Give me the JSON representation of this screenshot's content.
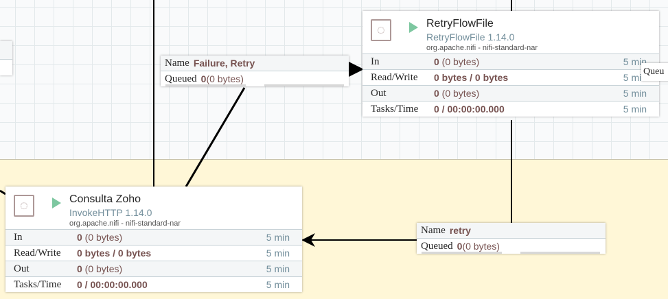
{
  "processors": [
    {
      "name": "RetryFlowFile",
      "type": "RetryFlowFile 1.14.0",
      "bundle": "org.apache.nifi - nifi-standard-nar",
      "stats": [
        {
          "label": "In",
          "bold": "0",
          "rest": " (0 bytes)",
          "time": "5 min"
        },
        {
          "label": "Read/Write",
          "bold": "0 bytes / 0 bytes",
          "rest": "",
          "time": "5 min"
        },
        {
          "label": "Out",
          "bold": "0",
          "rest": " (0 bytes)",
          "time": "5 min"
        },
        {
          "label": "Tasks/Time",
          "bold": "0 / 00:00:00.000",
          "rest": "",
          "time": "5 min"
        }
      ]
    },
    {
      "name": "Consulta Zoho",
      "type": "InvokeHTTP 1.14.0",
      "bundle": "org.apache.nifi - nifi-standard-nar",
      "stats": [
        {
          "label": "In",
          "bold": "0",
          "rest": " (0 bytes)",
          "time": "5 min"
        },
        {
          "label": "Read/Write",
          "bold": "0 bytes / 0 bytes",
          "rest": "",
          "time": "5 min"
        },
        {
          "label": "Out",
          "bold": "0",
          "rest": " (0 bytes)",
          "time": "5 min"
        },
        {
          "label": "Tasks/Time",
          "bold": "0 / 00:00:00.000",
          "rest": "",
          "time": "5 min"
        }
      ]
    }
  ],
  "connections": [
    {
      "name_label": "Name",
      "name": "Failure, Retry",
      "queued_label": "Queued",
      "count": "0",
      "size": " (0 bytes)"
    },
    {
      "name_label": "Name",
      "name": "retry",
      "queued_label": "Queued",
      "count": "0",
      "size": " (0 bytes)"
    }
  ],
  "partial_label": "Queu"
}
